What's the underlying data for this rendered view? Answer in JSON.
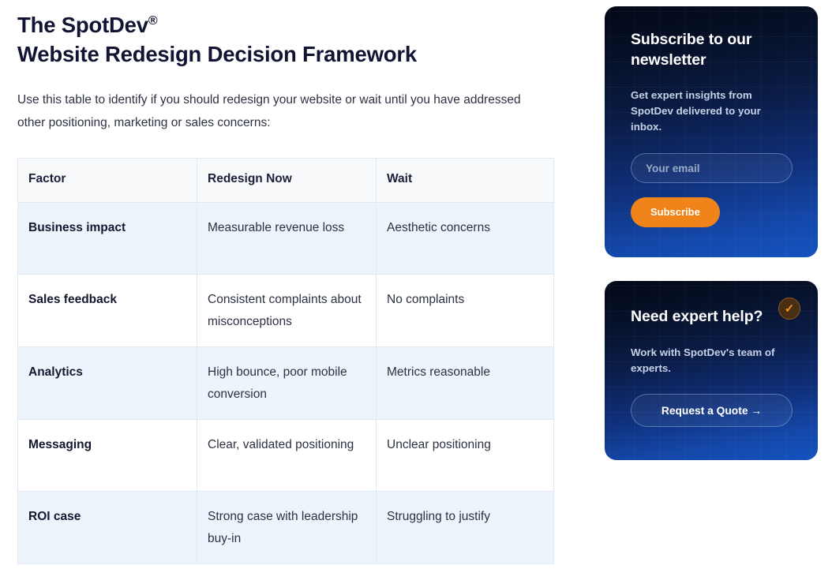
{
  "header": {
    "title_line1": "The SpotDev",
    "registered_mark": "®",
    "title_line2": "Website Redesign Decision Framework",
    "intro": "Use this table to identify if you should redesign your website or wait until you have addressed other positioning, marketing or sales concerns:"
  },
  "table": {
    "columns": [
      "Factor",
      "Redesign Now",
      "Wait"
    ],
    "rows": [
      {
        "factor": "Business impact",
        "redesign_now": "Measurable revenue loss",
        "wait": "Aesthetic concerns"
      },
      {
        "factor": "Sales feedback",
        "redesign_now": "Consistent complaints about misconceptions",
        "wait": "No complaints"
      },
      {
        "factor": "Analytics",
        "redesign_now": "High bounce, poor mobile conversion",
        "wait": "Metrics reasonable"
      },
      {
        "factor": "Messaging",
        "redesign_now": "Clear, validated positioning",
        "wait": "Unclear positioning"
      },
      {
        "factor": "ROI case",
        "redesign_now": "Strong case with leadership buy-in",
        "wait": "Struggling to justify"
      }
    ]
  },
  "sidebar": {
    "newsletter": {
      "title": "Subscribe to our newsletter",
      "description": "Get expert insights from SpotDev delivered to your inbox.",
      "email_placeholder": "Your email",
      "email_value": "",
      "submit_label": "Subscribe"
    },
    "expert": {
      "badge_icon": "check-icon",
      "badge_glyph": "✓",
      "title": "Need expert help?",
      "description": "Work with SpotDev's team of experts.",
      "cta_label": "Request a Quote →"
    }
  },
  "colors": {
    "accent_orange": "#f08319",
    "card_gradient_top": "#040818",
    "card_gradient_bottom": "#1553c0",
    "title_navy": "#111432",
    "body_text": "#2d3142",
    "row_stripe_blue": "#edf4fc",
    "table_header_bg": "#f8f9fb",
    "table_border": "#e3e9f2"
  }
}
